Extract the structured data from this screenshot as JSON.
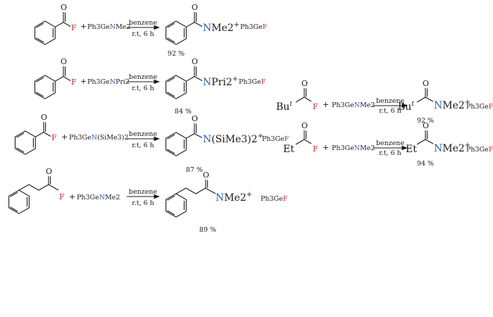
{
  "colors": {
    "fluorine": "#d42020",
    "nitrogen": "#2f5fb3",
    "ink": "#1a1a1a"
  },
  "labels": {
    "oxygen": "O",
    "fluorine": "F",
    "plus": "+",
    "conditions_top": "benzene",
    "conditions_bottom": "r.t, 6 h",
    "byproduct_prefix": "Ph3Ge",
    "byproduct_suffix": "F",
    "but": "Bu",
    "but_sup": "t",
    "et": "Et"
  },
  "reactions": [
    {
      "reagent_prefix": "Ph3Ge",
      "reagent_n": "N",
      "reagent_suffix": "Me2",
      "product_n": "N",
      "product_suffix": "Me2",
      "product_sup": "+",
      "yield": "92 %"
    },
    {
      "reagent_prefix": "Ph3Ge",
      "reagent_n": "N",
      "reagent_suffix": "Pri2",
      "product_n": "N",
      "product_suffix": "Pri2",
      "product_sup": "+",
      "yield": "84 %"
    },
    {
      "reagent_prefix": "Ph3Ge",
      "reagent_n": "N",
      "reagent_suffix": "(SiMe3)2",
      "product_n": "N",
      "product_suffix": "(SiMe3)2",
      "product_sup": "+",
      "yield": "87 %"
    },
    {
      "reagent_prefix": "Ph3Ge",
      "reagent_n": "N",
      "reagent_suffix": "Me2",
      "product_n": "N",
      "product_suffix": "Me2",
      "product_sup": "+",
      "yield": "89 %"
    },
    {
      "reagent_prefix": "Ph3Ge",
      "reagent_n": "N",
      "reagent_suffix": "Me2",
      "product_n": "N",
      "product_suffix": "Me2",
      "product_sup": "+",
      "yield": "92 %"
    },
    {
      "reagent_prefix": "Ph3Ge",
      "reagent_n": "N",
      "reagent_suffix": "Me2",
      "product_n": "N",
      "product_suffix": "Me2",
      "product_sup": "+",
      "yield": "94 %"
    }
  ]
}
